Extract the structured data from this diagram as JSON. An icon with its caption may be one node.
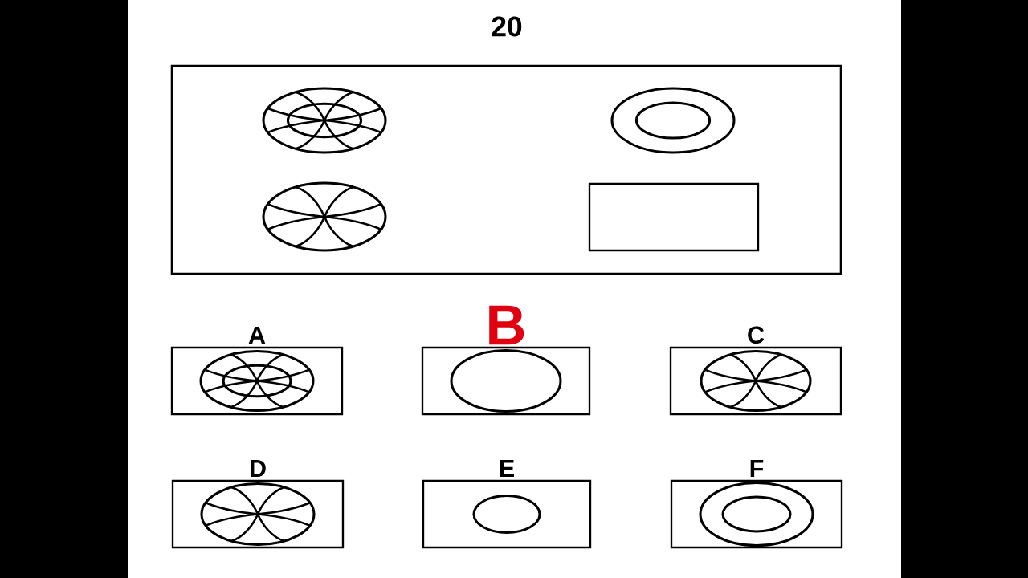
{
  "diagram": {
    "title": "20",
    "nodes": [
      {
        "text": [],
        "shape": "box"
      },
      {
        "text": [
          "A"
        ]
      },
      {
        "text": [
          "B"
        ]
      },
      {
        "text": [
          "C"
        ]
      },
      {
        "text": [
          "D"
        ]
      },
      {
        "text": [
          "E"
        ]
      },
      {
        "text": [
          "F"
        ]
      }
    ]
  }
}
